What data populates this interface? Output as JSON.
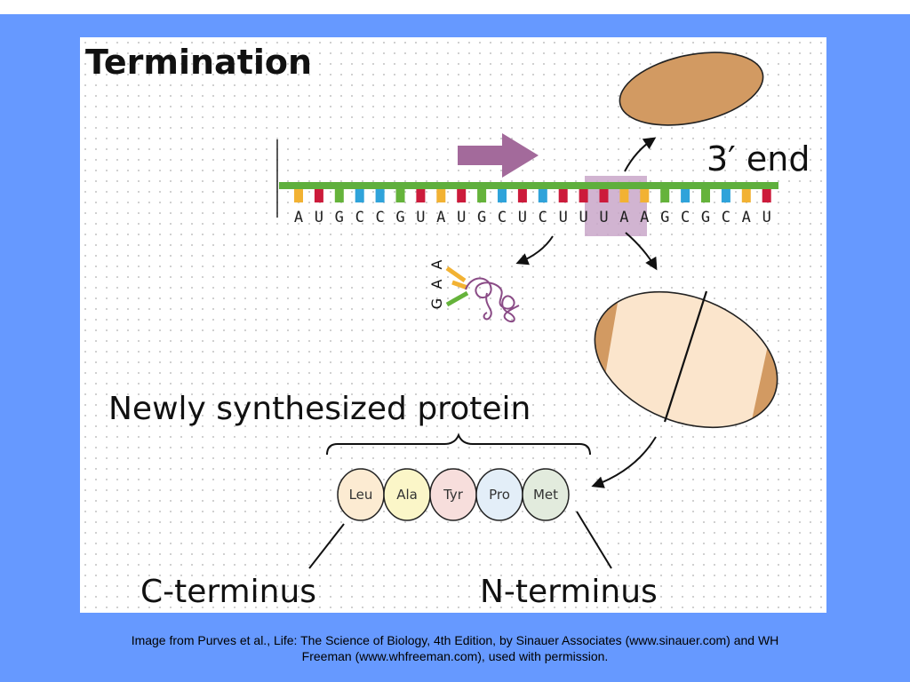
{
  "diagram": {
    "title": "Termination",
    "three_prime_label": "3′ end",
    "mrna_bases": [
      "A",
      "U",
      "G",
      "C",
      "C",
      "G",
      "U",
      "A",
      "U",
      "G",
      "C",
      "U",
      "C",
      "U",
      "U",
      "U",
      "A",
      "A",
      "G",
      "C",
      "G",
      "C",
      "A",
      "U"
    ],
    "stop_codon_start_index": 15,
    "trna_anticodon": [
      "G",
      "A",
      "A"
    ],
    "protein_label": "Newly synthesized protein",
    "amino_acids": [
      {
        "name": "Leu",
        "color": "#FCEBD2"
      },
      {
        "name": "Ala",
        "color": "#FBF6C8"
      },
      {
        "name": "Tyr",
        "color": "#F7DEDC"
      },
      {
        "name": "Pro",
        "color": "#E3EEF8"
      },
      {
        "name": "Met",
        "color": "#E2EBDD"
      }
    ],
    "c_terminus_label": "C-terminus",
    "n_terminus_label": "N-terminus",
    "colors": {
      "background": "#6699FF",
      "mrna_backbone": "#5FAF3D",
      "direction_arrow": "#A36A9B",
      "stop_codon_highlight": "#C9A7C9",
      "ribosome_brown": "#D29A62",
      "ribosome_light": "#FBE5CC",
      "base_colors": {
        "A": "#F2B233",
        "U": "#CC1B3B",
        "G": "#65B33B",
        "C": "#2FA3DA"
      }
    }
  },
  "caption": {
    "line1": "Image from Purves et al., Life: The Science of Biology, 4th Edition, by Sinauer Associates (www.sinauer.com) and WH",
    "line2": "Freeman (www.whfreeman.com), used with permission."
  }
}
